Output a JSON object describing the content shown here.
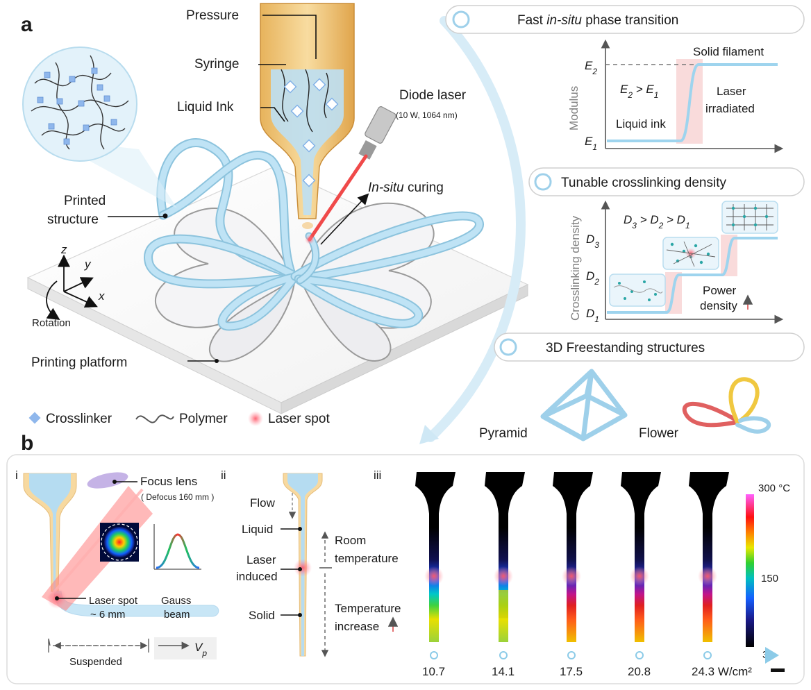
{
  "panel_a": {
    "label": "a",
    "callouts": {
      "pressure": "Pressure",
      "syringe": "Syringe",
      "liquid_ink": "Liquid Ink",
      "diode_laser": "Diode laser",
      "laser_spec": "(10 W, 1064 nm)",
      "in_situ": "In-situ",
      "curing": " curing",
      "printed_structure_1": "Printed",
      "printed_structure_2": "structure",
      "printing_platform": "Printing platform",
      "rotation": "Rotation"
    },
    "axes": {
      "z": "z",
      "y": "y",
      "x": "x"
    },
    "legend": {
      "crosslinker": "Crosslinker",
      "polymer": "Polymer",
      "laser_spot": "Laser spot"
    }
  },
  "phase_transition": {
    "header_1": "Fast ",
    "header_italic": "in-situ",
    "header_2": " phase transition",
    "ylabel": "Modulus",
    "e2": "E",
    "e2_sub": "2",
    "e1": "E",
    "e1_sub": "1",
    "relation": "E",
    "relation_sub_a": "2",
    "relation_mid": " > E",
    "relation_sub_b": "1",
    "solid_filament": "Solid filament",
    "liquid_ink": "Liquid ink",
    "laser_1": "Laser",
    "laser_2": "irradiated"
  },
  "crosslinking": {
    "header": "Tunable crosslinking density",
    "ylabel": "Crosslinking density",
    "d3": "D",
    "d3_sub": "3",
    "d2": "D",
    "d2_sub": "2",
    "d1": "D",
    "d1_sub": "1",
    "relation": "D",
    "rel_s3": "3",
    "rel_gt1": " > D",
    "rel_s2": "2",
    "rel_gt2": " > D",
    "rel_s1": "1",
    "power_1": "Power",
    "power_2": "density"
  },
  "freestanding": {
    "header": "3D Freestanding structures",
    "pyramid": "Pyramid",
    "flower": "Flower"
  },
  "panel_b": {
    "label": "b",
    "sub_i": "i",
    "sub_ii": "ii",
    "sub_iii": "iii",
    "i": {
      "focus_lens": "Focus lens",
      "defocus": "( Defocus 160 mm )",
      "laser_spot_1": "Laser spot",
      "laser_spot_2": "~ 6 mm",
      "gauss_1": "Gauss",
      "gauss_2": "beam",
      "suspended": "Suspended",
      "vp": "V",
      "vp_sub": "p"
    },
    "ii": {
      "flow": "Flow",
      "liquid": "Liquid",
      "laser_induced_1": "Laser",
      "laser_induced_2": "induced",
      "solid": "Solid",
      "room_1": "Room",
      "room_2": "temperature",
      "temp_1": "Temperature",
      "temp_2": "increase"
    },
    "iii": {
      "colorbar_max": "300 °C",
      "colorbar_mid": "150",
      "colorbar_min": "30",
      "power_values": [
        "10.7",
        "14.1",
        "17.5",
        "20.8",
        "24.3"
      ],
      "unit": " W/cm²"
    }
  }
}
